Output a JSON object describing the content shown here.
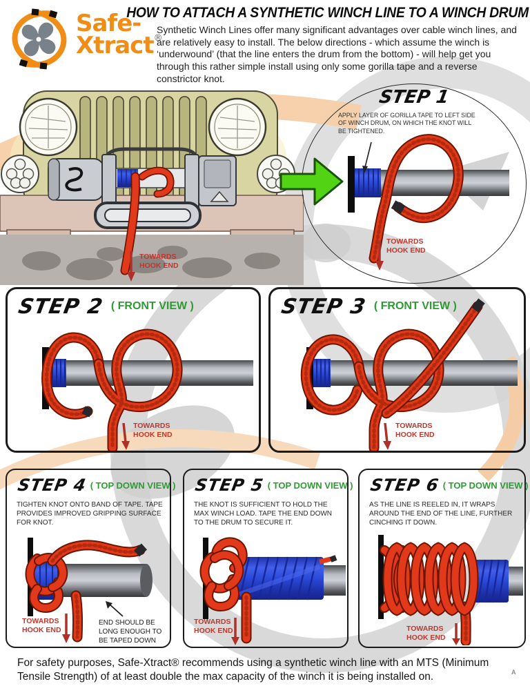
{
  "page": {
    "title": "HOW TO ATTACH A SYNTHETIC WINCH LINE TO A WINCH DRUM",
    "intro": "Synthetic Winch Lines offer many significant advantages over cable winch lines, and are relatively easy to install. The below directions - which assume the winch is ‘underwound’ (that the line enters the drum from the bottom) - will help get you through this rather simple install using only some gorilla tape and a reverse constrictor knot.",
    "footer": "For safety purposes, Safe-Xtract® recommends using a synthetic winch line with an MTS (Minimum Tensile Strength) of at least double the max capacity of the winch it is being installed on.",
    "page_mark": "A"
  },
  "logo": {
    "line1": "Safe-",
    "line2": "Xtract",
    "registered": "®"
  },
  "labels": {
    "towards_line1": "TOWARDS",
    "towards_line2": "HOOK END"
  },
  "steps": [
    {
      "title": "STEP 1",
      "view": "",
      "note": "APPLY LAYER OF GORILLA TAPE TO LEFT SIDE OF WINCH DRUM, ON WHICH THE KNOT WILL BE TIGHTENED."
    },
    {
      "title": "STEP 2",
      "view": "( FRONT VIEW )"
    },
    {
      "title": "STEP 3",
      "view": "( FRONT VIEW )"
    },
    {
      "title": "STEP 4",
      "view": "( TOP DOWN VIEW )",
      "note": "TIGHTEN KNOT ONTO BAND OF TAPE.  TAPE PROVIDES IMPROVED GRIPPING SURFACE FOR KNOT.",
      "annotation": "END SHOULD BE LONG ENOUGH TO BE TAPED DOWN"
    },
    {
      "title": "STEP 5",
      "view": "( TOP DOWN VIEW )",
      "note": "THE KNOT IS SUFFICIENT TO HOLD THE MAX WINCH LOAD.  TAPE THE END DOWN TO THE DRUM TO SECURE IT."
    },
    {
      "title": "STEP 6",
      "view": "( TOP DOWN VIEW )",
      "note": "AS THE LINE IS REELED IN, IT WRAPS AROUND THE END OF THE LINE, FURTHER CINCHING IT DOWN."
    }
  ],
  "colors": {
    "rope": "#e2391b",
    "rope_outline": "#6b1602",
    "tape_blue": "#2a49d8",
    "green_label": "#2e9b33",
    "red_label": "#c0372e",
    "arrow_green": "#52d313",
    "logo_orange": "#ef8d17"
  }
}
